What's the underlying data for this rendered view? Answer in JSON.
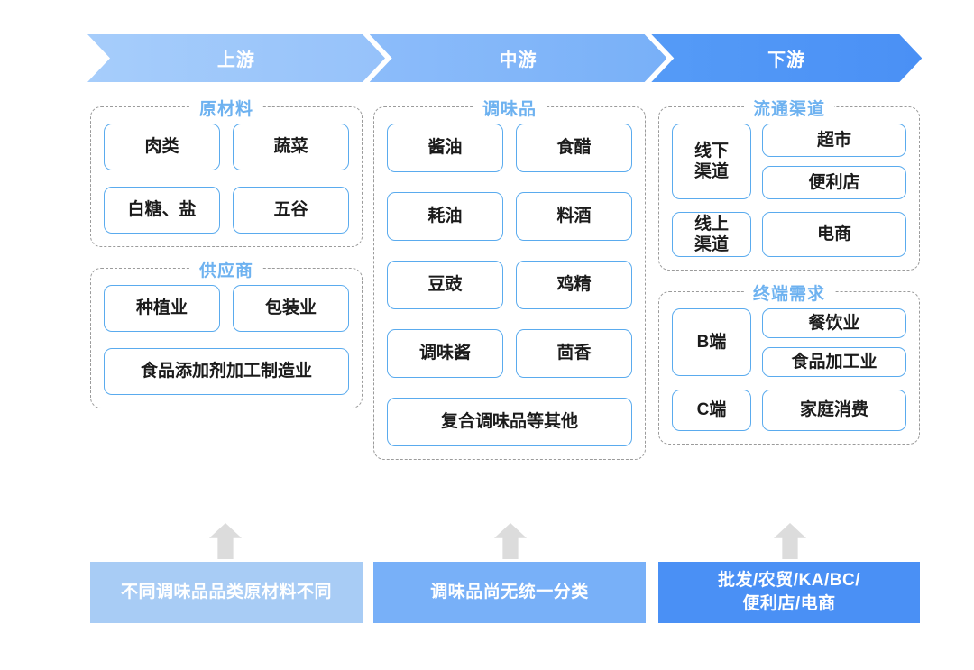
{
  "banners": [
    {
      "label": "上游",
      "color": "#9ec9fb"
    },
    {
      "label": "中游",
      "color": "#82b6f9"
    },
    {
      "label": "下游",
      "color": "#4a90f5"
    }
  ],
  "columns": {
    "upstream": {
      "groups": [
        {
          "title": "原材料",
          "rows": [
            {
              "cells": [
                "肉类",
                "蔬菜"
              ]
            },
            {
              "cells": [
                "白糖、盐",
                "五谷"
              ]
            }
          ]
        },
        {
          "title": "供应商",
          "rows": [
            {
              "cells": [
                "种植业",
                "包装业"
              ]
            },
            {
              "cells": [
                "食品添加剂加工制造业"
              ]
            }
          ]
        }
      ]
    },
    "midstream": {
      "groups": [
        {
          "title": "调味品",
          "rows": [
            {
              "cells": [
                "酱油",
                "食醋"
              ]
            },
            {
              "cells": [
                "耗油",
                "料酒"
              ]
            },
            {
              "cells": [
                "豆豉",
                "鸡精"
              ]
            },
            {
              "cells": [
                "调味酱",
                "茴香"
              ]
            },
            {
              "cells": [
                "复合调味品等其他"
              ]
            }
          ]
        }
      ]
    },
    "downstream": {
      "groups": [
        {
          "title": "流通渠道",
          "splits": [
            {
              "left": "线下\n渠道",
              "right": [
                "超市",
                "便利店"
              ]
            },
            {
              "left": "线上\n渠道",
              "right": [
                "电商"
              ]
            }
          ]
        },
        {
          "title": "终端需求",
          "splits": [
            {
              "left": "B端",
              "right": [
                "餐饮业",
                "食品加工业"
              ]
            },
            {
              "left": "C端",
              "right": [
                "家庭消费"
              ]
            }
          ]
        }
      ]
    }
  },
  "footer": [
    {
      "note": "不同调味品品类原材料不同",
      "color": "#a8ccf5"
    },
    {
      "note": "调味品尚无统一分类",
      "color": "#78b0f8"
    },
    {
      "note": "批发/农贸/KA/BC/\n便利店/电商",
      "color": "#4a90f5"
    }
  ]
}
